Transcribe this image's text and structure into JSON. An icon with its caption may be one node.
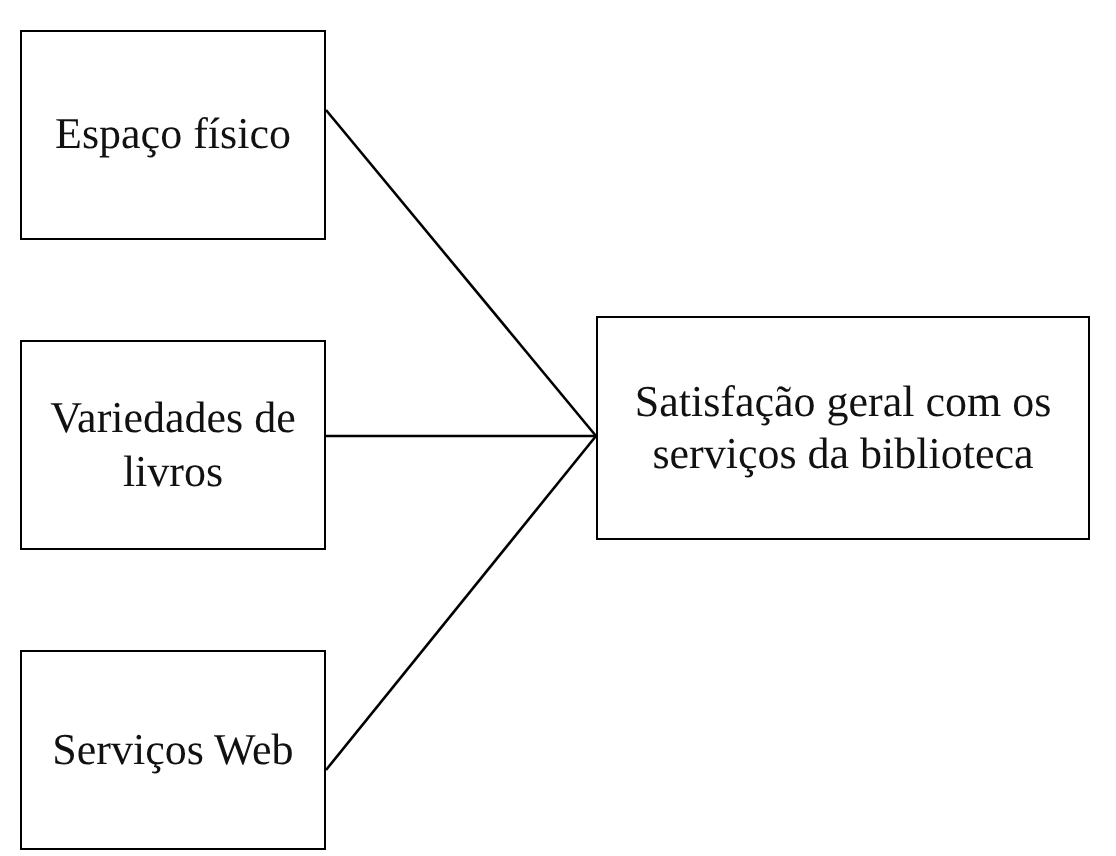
{
  "diagram": {
    "nodes": [
      {
        "text": [
          "Espaço físico"
        ]
      },
      {
        "text": [
          "Variedades de livros"
        ]
      },
      {
        "text": [
          "Serviços Web"
        ]
      },
      {
        "text": [
          "Satisfação geral com os serviços da biblioteca"
        ]
      }
    ],
    "edges": [
      {
        "from": 0,
        "to": 3,
        "arrow": "none"
      },
      {
        "from": 1,
        "to": 3,
        "arrow": "none"
      },
      {
        "from": 2,
        "to": 3,
        "arrow": "none"
      }
    ]
  }
}
